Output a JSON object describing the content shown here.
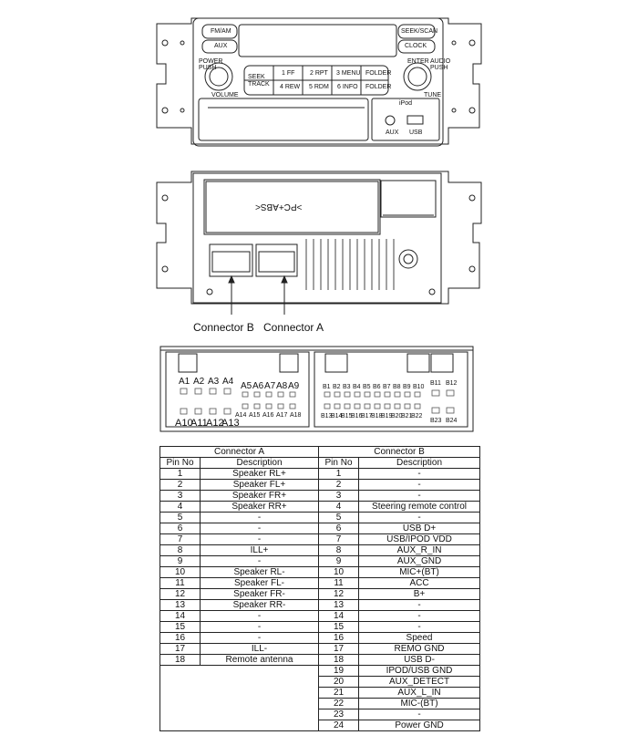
{
  "front_panel": {
    "buttons": {
      "fm_am": "FM/AM",
      "aux": "AUX",
      "seek_scan": "SEEK/SCAN",
      "clock": "CLOCK",
      "seek_track": "SEEK TRACK",
      "p1": "1 FF",
      "p2": "2 RPT",
      "p3": "3 MENU",
      "folder_up": "FOLDER",
      "p4": "4 REW",
      "p5": "5 RDM",
      "p6": "6 INFO",
      "folder_down": "FOLDER"
    },
    "knobs": {
      "left_top": "POWER PUSH",
      "left_bottom": "VOLUME",
      "right_top": "ENTER",
      "right_top2": "AUDIO PUSH",
      "right_bottom": "TUNE"
    },
    "ports": {
      "group": "iPod",
      "aux": "AUX",
      "usb": "USB"
    }
  },
  "back_panel": {
    "marking": ">PC+ABS<"
  },
  "connector_labels": {
    "b": "Connector B",
    "a": "Connector A"
  },
  "pinout": {
    "a_top": [
      "A1",
      "A2",
      "A3",
      "A4"
    ],
    "a_mid": [
      "A5",
      "A6",
      "A7",
      "A8",
      "A9"
    ],
    "a_low": [
      "A14",
      "A15",
      "A16",
      "A17",
      "A18"
    ],
    "a_bottom": [
      "A10",
      "A11",
      "A12",
      "A13"
    ],
    "b_top": [
      "B1",
      "B2",
      "B3",
      "B4",
      "B5",
      "B6",
      "B7",
      "B8",
      "B9",
      "B10"
    ],
    "b_top_right": [
      "B11",
      "B12"
    ],
    "b_bottom": [
      "B13",
      "B14",
      "B15",
      "B16",
      "B17",
      "B18",
      "B19",
      "B20",
      "B21",
      "B22"
    ],
    "b_bottom_right": [
      "B23",
      "B24"
    ]
  },
  "table": {
    "connector_a": "Connector A",
    "connector_b": "Connector B",
    "pin_no": "Pin No",
    "description": "Description",
    "a_rows": [
      [
        "1",
        "Speaker RL+"
      ],
      [
        "2",
        "Speaker FL+"
      ],
      [
        "3",
        "Speaker FR+"
      ],
      [
        "4",
        "Speaker RR+"
      ],
      [
        "5",
        "-"
      ],
      [
        "6",
        "-"
      ],
      [
        "7",
        "-"
      ],
      [
        "8",
        "ILL+"
      ],
      [
        "9",
        "-"
      ],
      [
        "10",
        "Speaker RL-"
      ],
      [
        "11",
        "Speaker FL-"
      ],
      [
        "12",
        "Speaker FR-"
      ],
      [
        "13",
        "Speaker RR-"
      ],
      [
        "14",
        "-"
      ],
      [
        "15",
        "-"
      ],
      [
        "16",
        "-"
      ],
      [
        "17",
        "ILL-"
      ],
      [
        "18",
        "Remote antenna"
      ]
    ],
    "b_rows": [
      [
        "1",
        "-"
      ],
      [
        "2",
        "-"
      ],
      [
        "3",
        "-"
      ],
      [
        "4",
        "Steering remote control"
      ],
      [
        "5",
        "-"
      ],
      [
        "6",
        "USB D+"
      ],
      [
        "7",
        "USB/IPOD VDD"
      ],
      [
        "8",
        "AUX_R_IN"
      ],
      [
        "9",
        "AUX_GND"
      ],
      [
        "10",
        "MIC+(BT)"
      ],
      [
        "11",
        "ACC"
      ],
      [
        "12",
        "B+"
      ],
      [
        "13",
        "-"
      ],
      [
        "14",
        "-"
      ],
      [
        "15",
        "-"
      ],
      [
        "16",
        "Speed"
      ],
      [
        "17",
        "REMO GND"
      ],
      [
        "18",
        "USB D-"
      ],
      [
        "19",
        "IPOD/USB GND"
      ],
      [
        "20",
        "AUX_DETECT"
      ],
      [
        "21",
        "AUX_L_IN"
      ],
      [
        "22",
        "MIC-(BT)"
      ],
      [
        "23",
        "-"
      ],
      [
        "24",
        "Power GND"
      ]
    ]
  }
}
